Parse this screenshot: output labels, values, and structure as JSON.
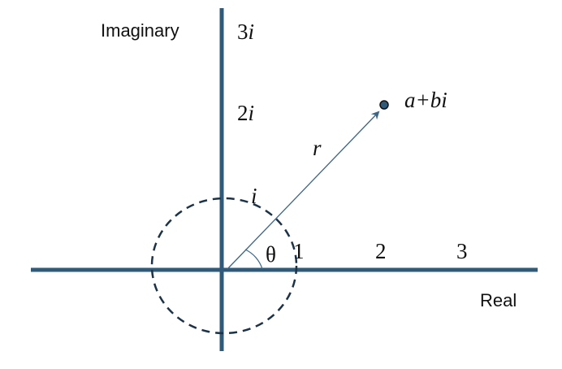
{
  "axes": {
    "imaginary_label": "Imaginary",
    "real_label": "Real"
  },
  "imag_ticks": [
    {
      "num": "3",
      "unit": "i"
    },
    {
      "num": "2",
      "unit": "i"
    }
  ],
  "real_ticks": [
    "1",
    "2",
    "3"
  ],
  "unit_circle_label": "i",
  "point_label": "a+bi",
  "radius_label": "r",
  "angle_label": "θ",
  "colors": {
    "axis": "#2f5a7a",
    "circle": "#1c3246",
    "vector": "#3d6685"
  }
}
